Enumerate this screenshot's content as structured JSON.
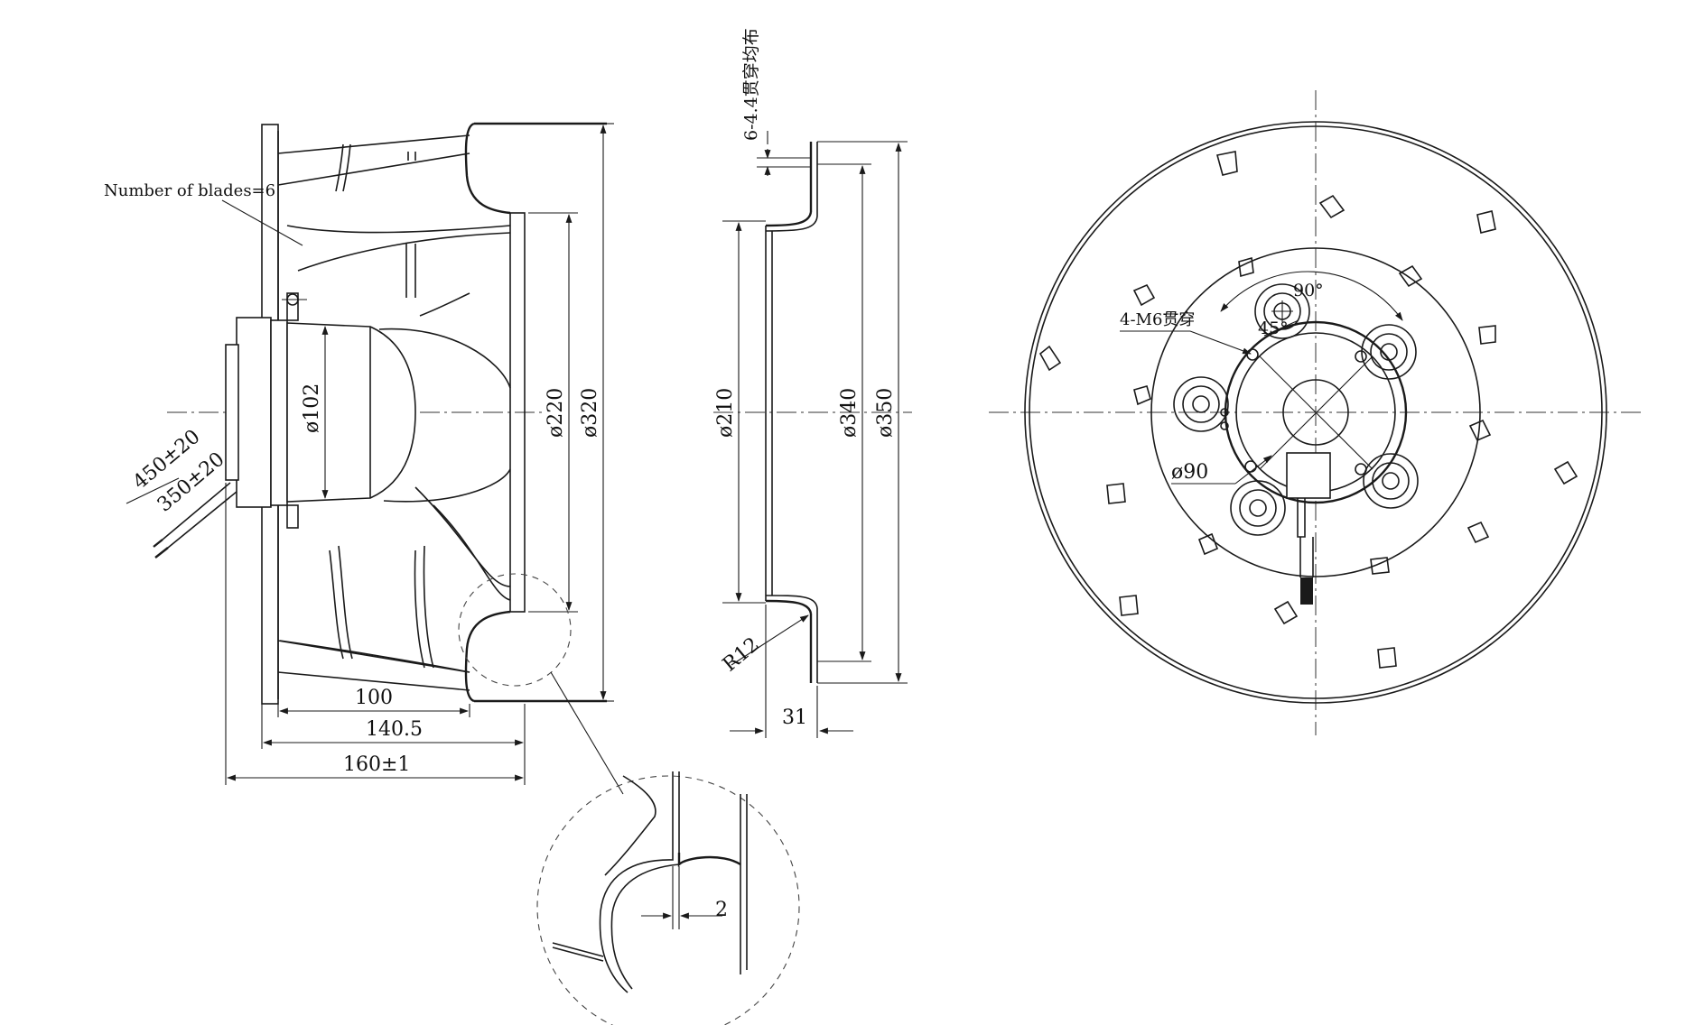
{
  "labels": {
    "blades": "Number of blades=6",
    "holes_rim": "6-4.4贯穿均布",
    "holes_mount": "4-M6贯穿"
  },
  "dimensions": {
    "d102": "ø102",
    "d220": "ø220",
    "d320": "ø320",
    "d210": "ø210",
    "d340": "ø340",
    "d350": "ø350",
    "d90": "ø90",
    "l100": "100",
    "l140": "140.5",
    "l160": "160±1",
    "cable450": "450±20",
    "cable350": "350±20",
    "r12": "R12",
    "w31": "31",
    "t2": "2",
    "a90": "90°",
    "a45": "45°"
  }
}
